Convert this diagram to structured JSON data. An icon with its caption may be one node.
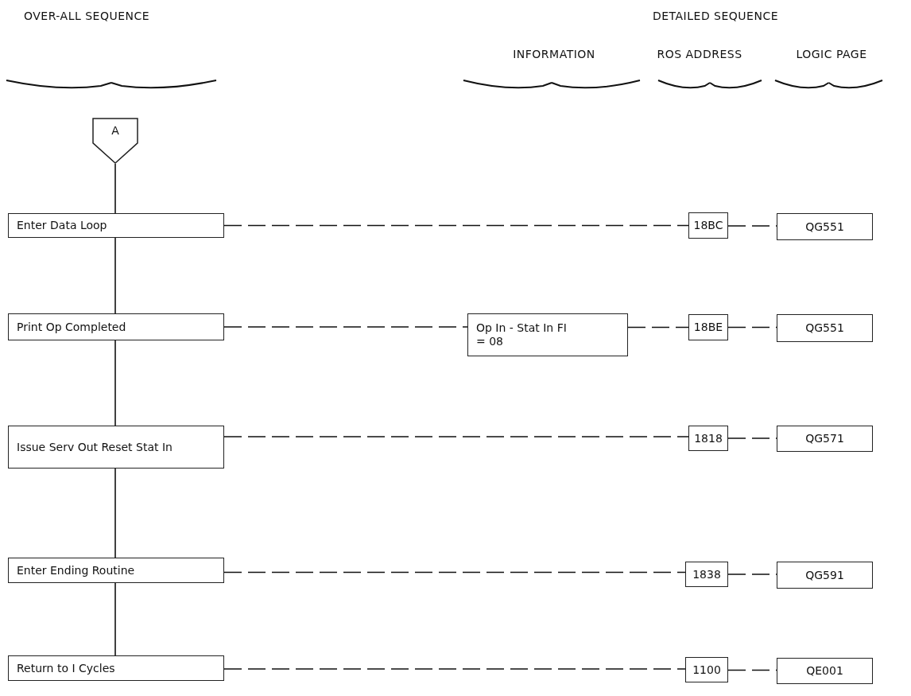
{
  "diagram": {
    "nodes": [
      {
        "text": [
          "A"
        ]
      },
      {
        "text": [
          "Enter Data Loop"
        ]
      },
      {
        "text": [
          "18BC"
        ]
      },
      {
        "text": [
          "QG551"
        ]
      },
      {
        "text": [
          "Print Op Completed"
        ]
      },
      {
        "text": [
          "Op In - Stat In FI = 08"
        ]
      },
      {
        "text": [
          "18BE"
        ]
      },
      {
        "text": [
          "QG551"
        ]
      },
      {
        "text": [
          "Issue Serv Out Reset Stat In"
        ]
      },
      {
        "text": [
          "1818"
        ]
      },
      {
        "text": [
          "QG571"
        ]
      },
      {
        "text": [
          "Enter Ending Routine"
        ]
      },
      {
        "text": [
          "1838"
        ]
      },
      {
        "text": [
          "QG591"
        ]
      },
      {
        "text": [
          "Return to I Cycles"
        ]
      },
      {
        "text": [
          "1100"
        ]
      },
      {
        "text": [
          "QE001"
        ]
      }
    ],
    "edges": [
      {
        "from": 0,
        "to": 1,
        "arrow": "none"
      },
      {
        "from": 1,
        "to": 4,
        "arrow": "none"
      },
      {
        "from": 4,
        "to": 8,
        "arrow": "none"
      },
      {
        "from": 8,
        "to": 11,
        "arrow": "none"
      },
      {
        "from": 11,
        "to": 14,
        "arrow": "none"
      },
      {
        "from": 1,
        "to": 2,
        "arrow": "none",
        "style": "dashed"
      },
      {
        "from": 2,
        "to": 3,
        "arrow": "none",
        "style": "dashed"
      },
      {
        "from": 4,
        "to": 5,
        "arrow": "none",
        "style": "dashed"
      },
      {
        "from": 5,
        "to": 6,
        "arrow": "none",
        "style": "dashed"
      },
      {
        "from": 6,
        "to": 7,
        "arrow": "none",
        "style": "dashed"
      },
      {
        "from": 8,
        "to": 9,
        "arrow": "none",
        "style": "dashed"
      },
      {
        "from": 9,
        "to": 10,
        "arrow": "none",
        "style": "dashed"
      },
      {
        "from": 11,
        "to": 12,
        "arrow": "none",
        "style": "dashed"
      },
      {
        "from": 12,
        "to": 13,
        "arrow": "none",
        "style": "dashed"
      },
      {
        "from": 14,
        "to": 15,
        "arrow": "none",
        "style": "dashed"
      },
      {
        "from": 15,
        "to": 16,
        "arrow": "none",
        "style": "dashed"
      }
    ],
    "labels": [
      "OVER-ALL SEQUENCE",
      "DETAILED SEQUENCE",
      "INFORMATION",
      "ROS ADDRESS",
      "LOGIC PAGE"
    ]
  }
}
